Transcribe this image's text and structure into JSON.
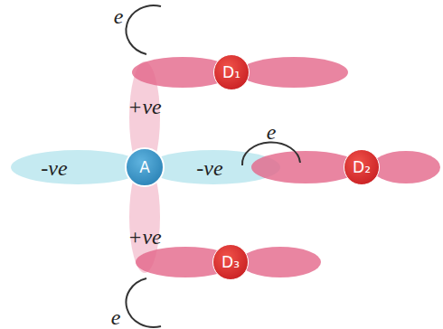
{
  "diagram": {
    "nodes": [
      {
        "text": [
          "D₁"
        ]
      },
      {
        "text": [
          "A"
        ]
      },
      {
        "text": [
          "D₂"
        ]
      },
      {
        "text": [
          "D₃"
        ]
      }
    ],
    "labels": [
      "e",
      "+ve",
      "e",
      "-ve",
      "-ve",
      "+ve",
      "e"
    ]
  }
}
